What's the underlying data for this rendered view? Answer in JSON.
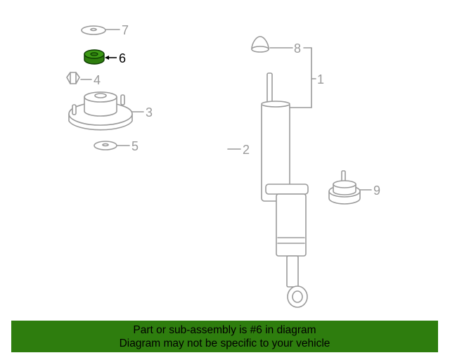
{
  "diagram": {
    "highlight_color": "#2e7d0e",
    "line_color": "#9a9a9a",
    "callouts": {
      "c1": "1",
      "c2": "2",
      "c3": "3",
      "c4": "4",
      "c5": "5",
      "c6": "6",
      "c7": "7",
      "c8": "8",
      "c9": "9"
    },
    "highlighted_part": "6"
  },
  "banner": {
    "line1": "Part or sub-assembly is #6 in diagram",
    "line2": "Diagram may not be specific to your vehicle",
    "background": "#2e7d0e"
  }
}
